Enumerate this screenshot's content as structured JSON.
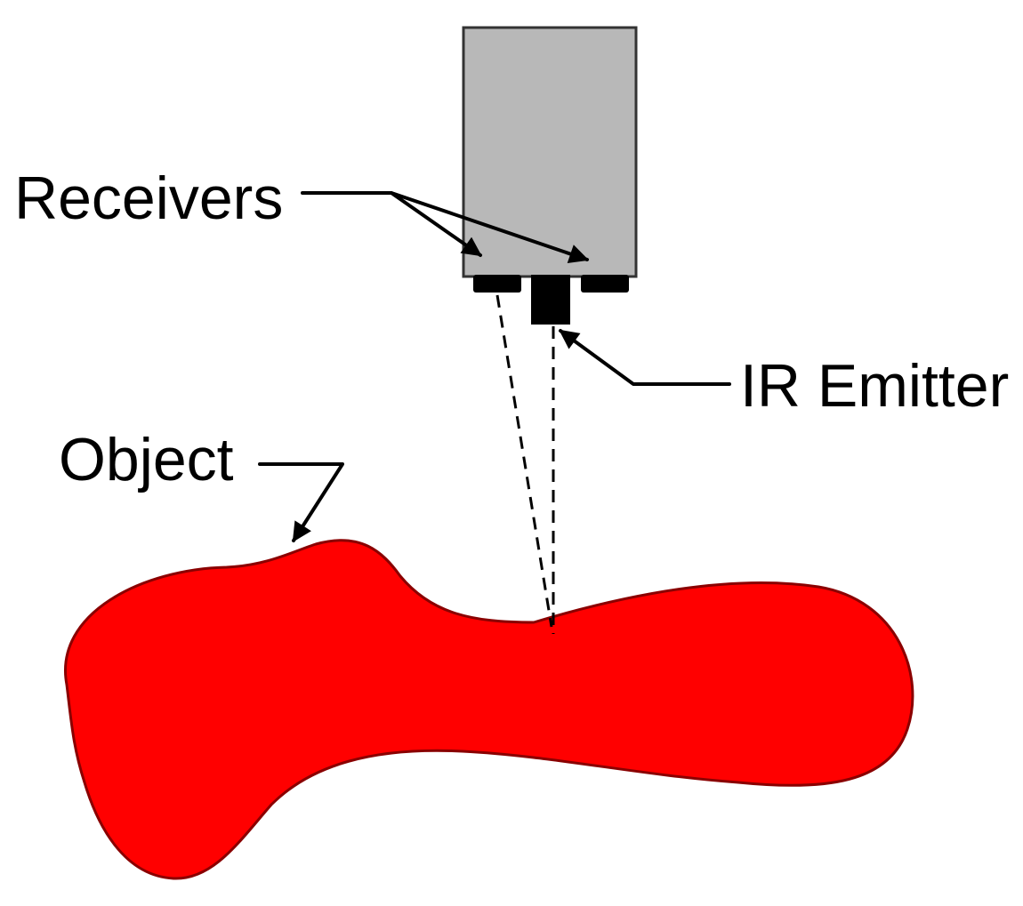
{
  "labels": {
    "receivers": "Receivers",
    "emitter": "IR Emitter",
    "object": "Object"
  },
  "colors": {
    "sensor_body": "#b8b8b8",
    "component": "#000000",
    "object_fill": "#ff0000",
    "object_stroke": "#8a0000",
    "background": "#ffffff"
  }
}
